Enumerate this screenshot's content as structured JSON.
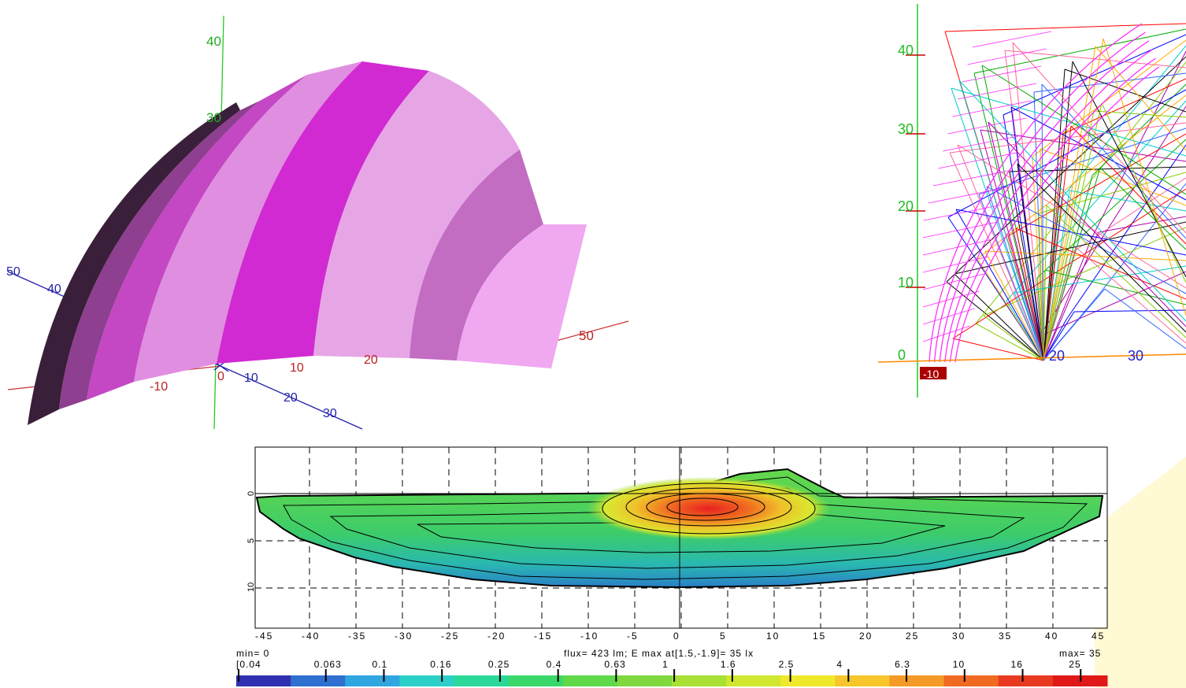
{
  "view3d": {
    "z_ticks": [
      "40",
      "30"
    ],
    "x_ticks": [
      "-10",
      "0",
      "10",
      "20"
    ],
    "y_ticks": [
      "10",
      "20",
      "30"
    ],
    "left_ticks": [
      "50",
      "40"
    ],
    "right_ticks": [
      "50"
    ],
    "band_colors": [
      "#3a1f3a",
      "#8f3f8f",
      "#c447c4",
      "#e08ee0",
      "#d22ad2",
      "#e6a6e6",
      "#c26cc2",
      "#f0a8f0"
    ]
  },
  "rays_view": {
    "y_ticks": [
      "40",
      "30",
      "20",
      "10",
      "0"
    ],
    "x_ticks": [
      "-10",
      "20",
      "30"
    ],
    "colors": {
      "axis_green": "#22cc22",
      "axis_red": "#cc0000",
      "reflector": "#ff22ff"
    }
  },
  "contour_map": {
    "y_ticks": [
      "0",
      "5",
      "10"
    ],
    "x_ticks": [
      "-45",
      "-40",
      "-35",
      "-30",
      "-25",
      "-20",
      "-15",
      "-10",
      "-5",
      "0",
      "5",
      "10",
      "15",
      "20",
      "25",
      "30",
      "35",
      "40",
      "45"
    ],
    "min_label": "min= 0",
    "info_label": "flux= 423 lm; E max at[1.5,-1.9]= 35 lx",
    "max_label": "max= 35",
    "legend_values": [
      "[0.04",
      "0.063",
      "0.1",
      "0.16",
      "0.25",
      "0.4",
      "0.63",
      "1",
      "1.6",
      "2.5",
      "4",
      "6.3",
      "10",
      "16",
      "25"
    ],
    "legend_colors": [
      "#3030b0",
      "#2f6fd0",
      "#2fa6e0",
      "#2ad0c8",
      "#2ad89a",
      "#3ad86a",
      "#5fd84a",
      "#7ed83e",
      "#a8e034",
      "#d0e830",
      "#f0e82a",
      "#f6c62a",
      "#f49a26",
      "#f06a22",
      "#e83a20",
      "#e01818"
    ]
  }
}
